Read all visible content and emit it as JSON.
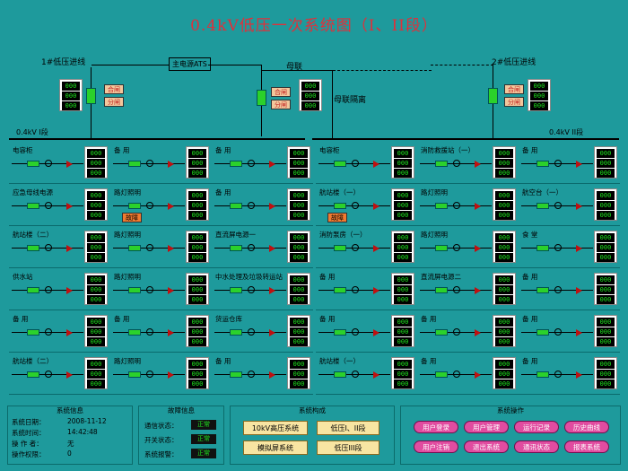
{
  "title": "0.4kV低压一次系统图（I、II段）",
  "top": {
    "line1": "1#低压进线",
    "line2": "2#低压进线",
    "main_power": "主电源ATS",
    "tie": "母联",
    "tie_iso": "母联隔离",
    "bus1": "0.4kV  I段",
    "bus2": "0.4kV  II段",
    "close_label": "合闸",
    "open_label": "分闸",
    "meas_val": "000"
  },
  "feeders_left": [
    {
      "name": "电容柜"
    },
    {
      "name": "备  用"
    },
    {
      "name": "备  用"
    },
    {
      "name": "应急母线电源"
    },
    {
      "name": "路灯照明",
      "fault": "故障"
    },
    {
      "name": "备  用"
    },
    {
      "name": "航站楼（二）"
    },
    {
      "name": "路灯照明"
    },
    {
      "name": "直流屏电源一"
    },
    {
      "name": "供水站"
    },
    {
      "name": "路灯照明"
    },
    {
      "name": "中水处理及垃圾转运站"
    },
    {
      "name": "备  用"
    },
    {
      "name": "备  用"
    },
    {
      "name": "货运仓库"
    },
    {
      "name": "航站楼（二）"
    },
    {
      "name": "路灯照明"
    },
    {
      "name": "备  用"
    }
  ],
  "feeders_right": [
    {
      "name": "电容柜"
    },
    {
      "name": "消防救援站（一）"
    },
    {
      "name": "备  用"
    },
    {
      "name": "航站楼（一）",
      "fault": "故障"
    },
    {
      "name": "路灯照明"
    },
    {
      "name": "航空台（一）"
    },
    {
      "name": "消防泵房（一）"
    },
    {
      "name": "路灯照明"
    },
    {
      "name": "食  堂"
    },
    {
      "name": "备  用"
    },
    {
      "name": "直流屏电源二"
    },
    {
      "name": "备  用"
    },
    {
      "name": "备  用"
    },
    {
      "name": "备  用"
    },
    {
      "name": "备  用"
    },
    {
      "name": "航站楼（一）"
    },
    {
      "name": "备  用"
    },
    {
      "name": "备  用"
    }
  ],
  "sysinfo": {
    "header": "系统信息",
    "date_label": "系统日期：",
    "date": "2008-11-12",
    "time_label": "系统时间：",
    "time": "14:42:48",
    "op_label": "操 作 者：",
    "op": "无",
    "perm_label": "操作权限：",
    "perm": "0"
  },
  "fault": {
    "header": "故障信息",
    "comm_label": "通信状态：",
    "comm": "正常",
    "switch_label": "开关状态：",
    "switch": "正常",
    "alarm_label": "系统报警：",
    "alarm": "正常"
  },
  "struct": {
    "header": "系统构成",
    "b1": "10kV高压系统",
    "b2": "低压I、II段",
    "b3": "模拟屏系统",
    "b4": "低压III段"
  },
  "ops": {
    "header": "系统操作",
    "p1": "用户登录",
    "p2": "用户管理",
    "p3": "运行记录",
    "p4": "历史曲线",
    "p5": "用户注销",
    "p6": "退出系统",
    "p7": "通讯状态",
    "p8": "报表系统"
  },
  "colors": {
    "accent_red": "#E0303A",
    "bg": "#1E9A9C",
    "breaker": "#2BD12B",
    "pill": "#E14CA0"
  }
}
